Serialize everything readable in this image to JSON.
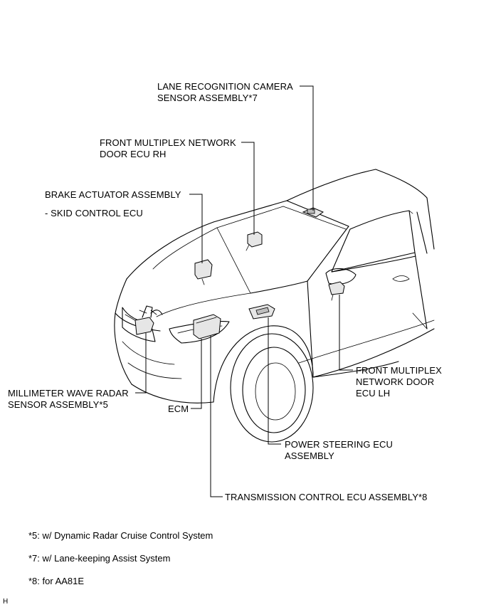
{
  "components": {
    "lane_camera": [
      "LANE RECOGNITION CAMERA",
      "SENSOR ASSEMBLY*7"
    ],
    "front_door_ecu_rh": [
      "FRONT MULTIPLEX NETWORK",
      "DOOR ECU RH"
    ],
    "brake_actuator": [
      "BRAKE ACTUATOR ASSEMBLY",
      "- SKID CONTROL ECU"
    ],
    "millimeter_radar": [
      "MILLIMETER WAVE RADAR",
      "SENSOR ASSEMBLY*5"
    ],
    "ecm": "ECM",
    "front_door_ecu_lh": [
      "FRONT MULTIPLEX",
      "NETWORK DOOR",
      "ECU LH"
    ],
    "power_steering_ecu": [
      "POWER STEERING ECU",
      "ASSEMBLY"
    ],
    "transmission_ecu": "TRANSMISSION CONTROL ECU ASSEMBLY*8"
  },
  "footnotes": [
    "*5: w/ Dynamic Radar Cruise Control System",
    "*7: w/ Lane-keeping Assist System",
    "*8: for AA81E"
  ],
  "corner_code": "H",
  "colors": {
    "line": "#000000",
    "part_fill": "#e6e6e6",
    "background": "#ffffff"
  }
}
